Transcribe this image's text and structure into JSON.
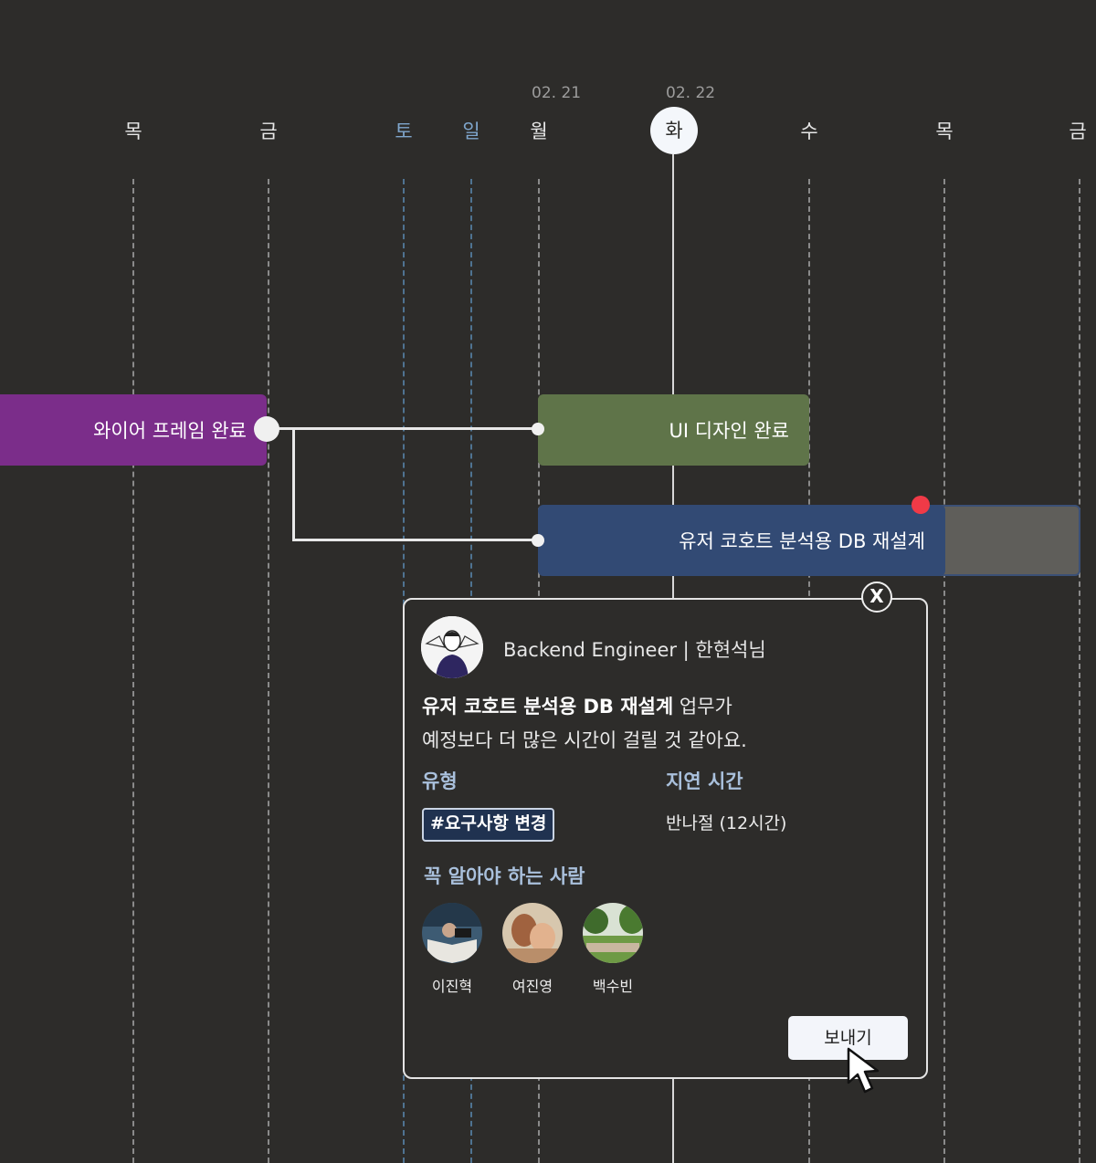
{
  "timeline": {
    "dates": [
      {
        "label": "02. 21"
      },
      {
        "label": "02. 22"
      }
    ],
    "days": [
      {
        "label": "목",
        "weekend": false
      },
      {
        "label": "금",
        "weekend": false
      },
      {
        "label": "토",
        "weekend": true
      },
      {
        "label": "일",
        "weekend": true
      },
      {
        "label": "월",
        "weekend": false
      },
      {
        "label": "화",
        "weekend": false,
        "today": true
      },
      {
        "label": "수",
        "weekend": false
      },
      {
        "label": "목",
        "weekend": false
      },
      {
        "label": "금",
        "weekend": false
      }
    ]
  },
  "tasks": {
    "wireframe": {
      "label": "와이어 프레임 완료",
      "color": "#7b2d8a"
    },
    "ui_design": {
      "label": "UI 디자인 완료",
      "color": "#5f7449"
    },
    "db_redesign": {
      "label": "유저 코호트 분석용 DB 재설계",
      "color": "#324a74",
      "alert_color": "#f03a47"
    }
  },
  "popup": {
    "close_label": "X",
    "author": "Backend Engineer | 한현석님",
    "message_bold": "유저 코호트 분석용 DB 재설계",
    "message_rest": " 업무가",
    "message_line2": "예정보다 더 많은 시간이 걸릴 것 같아요.",
    "type_label": "유형",
    "type_tag": "#요구사항 변경",
    "delay_label": "지연 시간",
    "delay_value": "반나절 (12시간)",
    "must_know_label": "꼭 알아야 하는 사람",
    "people": [
      {
        "name": "이진혁",
        "icon": "person-reading-photo"
      },
      {
        "name": "여진영",
        "icon": "painting-photo"
      },
      {
        "name": "백수빈",
        "icon": "park-crowd-photo"
      }
    ],
    "send_label": "보내기"
  }
}
